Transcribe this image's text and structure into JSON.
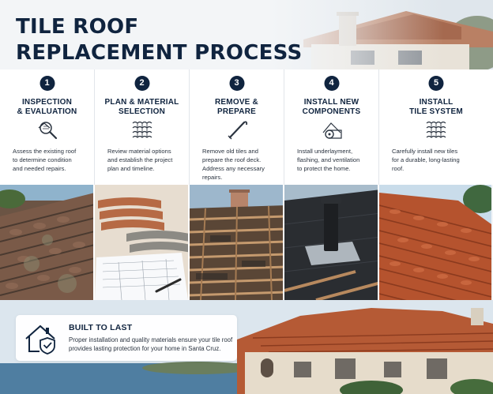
{
  "header": {
    "title_line1": "TILE ROOF",
    "title_line2": "REPLACEMENT PROCESS"
  },
  "steps": [
    {
      "number": "1",
      "title_line1": "INSPECTION",
      "title_line2": "& EVALUATION",
      "icon": "magnifier-icon",
      "description_lines": [
        "Assess the existing roof",
        "to determine condition",
        "and needed repairs."
      ]
    },
    {
      "number": "2",
      "title_line1": "PLAN & MATERIAL",
      "title_line2": "SELECTION",
      "icon": "roof-tiles-icon",
      "description_lines": [
        "Review material options",
        "and establish the project",
        "plan and timeline."
      ]
    },
    {
      "number": "3",
      "title_line1": "REMOVE &",
      "title_line2": "PREPARE",
      "icon": "pry-bar-icon",
      "description_lines": [
        "Remove old tiles and",
        "prepare the roof deck.",
        "Address any necessary",
        "repairs."
      ]
    },
    {
      "number": "4",
      "title_line1": "INSTALL NEW",
      "title_line2": "COMPONENTS",
      "icon": "underlayment-roll-icon",
      "description_lines": [
        "Install underlayment,",
        "flashing, and ventilation",
        "to protect the home."
      ]
    },
    {
      "number": "5",
      "title_line1": "INSTALL",
      "title_line2": "TILE SYSTEM",
      "icon": "roof-tiles-icon",
      "description_lines": [
        "Carefully install new tiles",
        "for a durable, long-lasting",
        "roof."
      ]
    }
  ],
  "photos": [
    {
      "icon": "old-tile-roof-photo"
    },
    {
      "icon": "tile-samples-and-plans-photo"
    },
    {
      "icon": "stripped-roof-deck-photo"
    },
    {
      "icon": "underlayment-vent-photo"
    },
    {
      "icon": "new-tile-roof-photo"
    }
  ],
  "footer": {
    "icon": "house-shield-check-icon",
    "title": "BUILT TO LAST",
    "text_lines": [
      "Proper installation and quality materials ensure your tile roof",
      "provides lasting protection for your home in Santa Cruz."
    ]
  },
  "colors": {
    "navy": "#10243f",
    "terracotta": "#c0623a",
    "background": "#f3f5f7"
  }
}
